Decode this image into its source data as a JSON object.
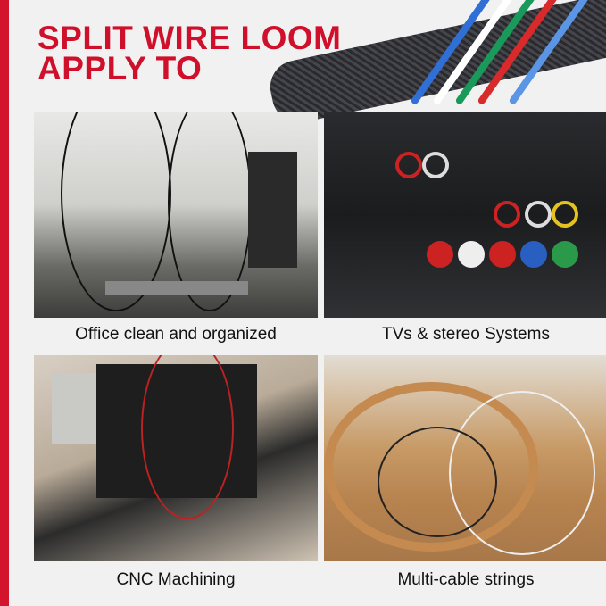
{
  "header": {
    "line1": "SPLIT WIRE LOOM",
    "line2": "APPLY TO"
  },
  "colors": {
    "accent": "#d0102a",
    "background": "#f1f1f1"
  },
  "applications": [
    {
      "caption": "Office clean and organized"
    },
    {
      "caption": "TVs & stereo Systems"
    },
    {
      "caption": "CNC Machining"
    },
    {
      "caption": "Multi-cable strings"
    }
  ]
}
